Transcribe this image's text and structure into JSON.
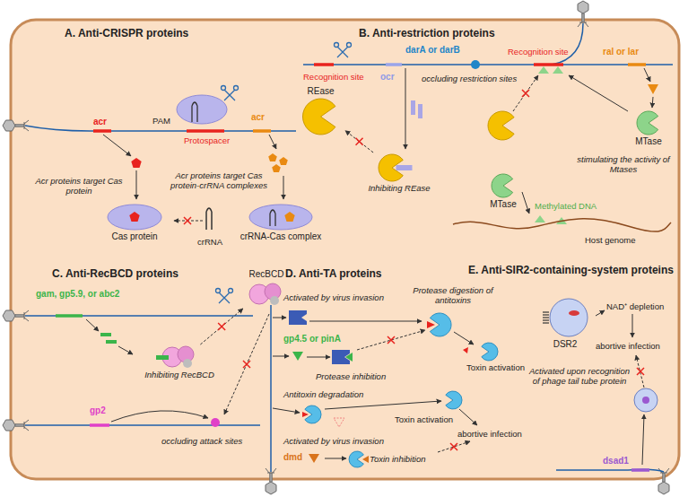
{
  "diagram": {
    "nodes": [
      {
        "text": [
          "Cas protein"
        ]
      },
      {
        "text": [
          "crRNA-Cas complex"
        ]
      },
      {
        "text": [
          "REase"
        ]
      },
      {
        "text": [
          "Inhibiting REase"
        ]
      },
      {
        "text": [
          "MTase"
        ]
      },
      {
        "text": [
          "MTase"
        ]
      },
      {
        "text": [
          "RecBCD"
        ]
      },
      {
        "text": [
          "Inhibiting RecBCD"
        ]
      },
      {
        "text": [
          "DSR2"
        ]
      }
    ],
    "edges": [
      {
        "from": 3,
        "to": 2,
        "arrow": "to"
      },
      {
        "from": 7,
        "to": 6,
        "arrow": "to"
      }
    ],
    "labels": [
      "A. Anti-CRISPR proteins",
      "acr",
      "PAM",
      "Protospacer",
      "acr",
      "Acr proteins target Cas protein",
      "Acr proteins target Cas protein-crRNA complexes",
      "crRNA",
      "B. Anti-restriction proteins",
      "Recognition site",
      "ocr",
      "darA or darB",
      "occluding restriction sites",
      "Recognition site",
      "ral or lar",
      "stimulating the activity of Mtases",
      "Methylated DNA",
      "Host genome",
      "C. Anti-RecBCD proteins",
      "gam, gp5.9, or abc2",
      "gp2",
      "occluding attack sites",
      "D. Anti-TA proteins",
      "Protease digestion of antitoxins",
      "Activated by virus invasion",
      "gp4.5 or pinA",
      "Protease inhibition",
      "Toxin activation",
      "Antitoxin degradation",
      "Toxin activation",
      "abortive infection",
      "Activated by virus invasion",
      "dmd",
      "Toxin inhibition",
      "E. Anti-SIR2-containing-system proteins",
      "NAD⁺ depletion",
      "abortive infection",
      "Activated upon recognition of phage tail tube protein",
      "dsad1"
    ]
  }
}
